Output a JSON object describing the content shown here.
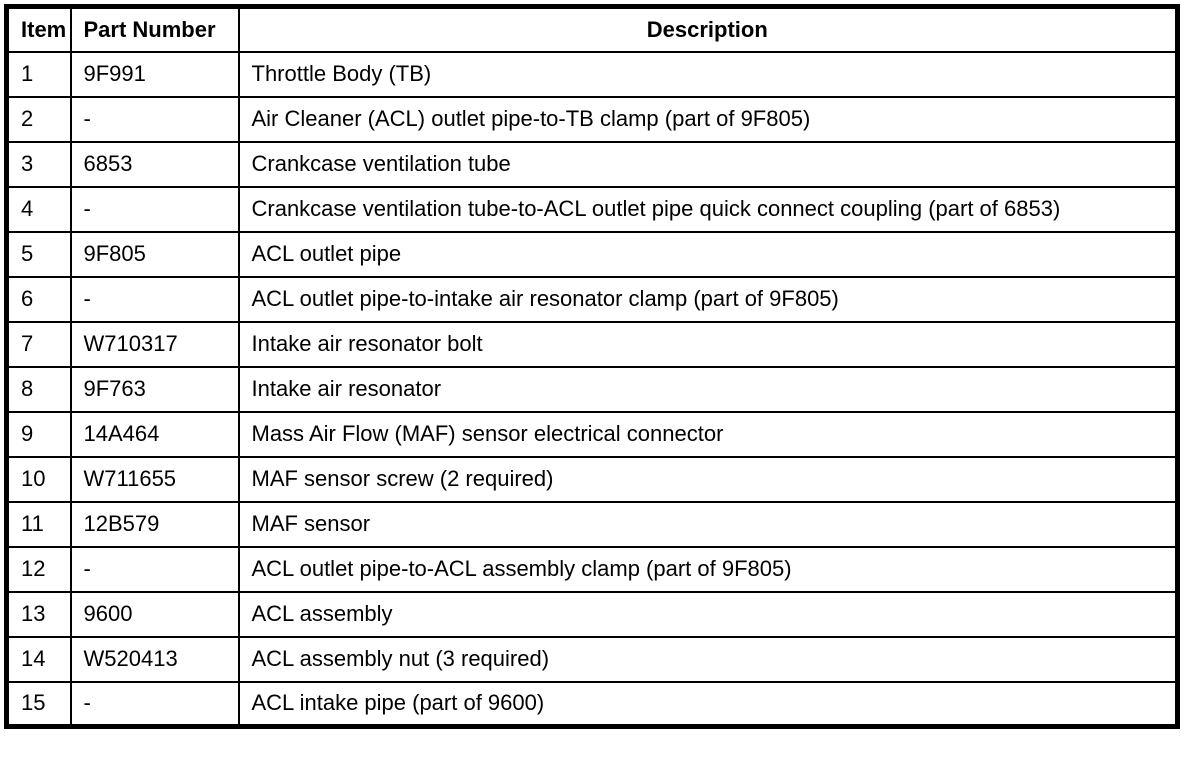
{
  "colors": {
    "background": "#ffffff",
    "border": "#000000",
    "text": "#000000"
  },
  "table": {
    "columns": [
      {
        "key": "item",
        "label": "Item"
      },
      {
        "key": "part_number",
        "label": "Part Number"
      },
      {
        "key": "description",
        "label": "Description"
      }
    ],
    "rows": [
      {
        "item": "1",
        "part_number": "9F991",
        "description": "Throttle Body (TB)"
      },
      {
        "item": "2",
        "part_number": "-",
        "description": "Air Cleaner (ACL) outlet pipe-to-TB clamp (part of 9F805)"
      },
      {
        "item": "3",
        "part_number": "6853",
        "description": "Crankcase ventilation tube"
      },
      {
        "item": "4",
        "part_number": "-",
        "description": "Crankcase ventilation tube-to-ACL outlet pipe quick connect coupling (part of 6853)"
      },
      {
        "item": "5",
        "part_number": "9F805",
        "description": "ACL outlet pipe"
      },
      {
        "item": "6",
        "part_number": "-",
        "description": "ACL outlet pipe-to-intake air resonator clamp (part of 9F805)"
      },
      {
        "item": "7",
        "part_number": "W710317",
        "description": "Intake air resonator bolt"
      },
      {
        "item": "8",
        "part_number": "9F763",
        "description": "Intake air resonator"
      },
      {
        "item": "9",
        "part_number": "14A464",
        "description": "Mass Air Flow (MAF) sensor electrical connector"
      },
      {
        "item": "10",
        "part_number": "W711655",
        "description": "MAF sensor screw (2 required)"
      },
      {
        "item": "11",
        "part_number": "12B579",
        "description": "MAF sensor"
      },
      {
        "item": "12",
        "part_number": "-",
        "description": "ACL outlet pipe-to-ACL assembly clamp (part of 9F805)"
      },
      {
        "item": "13",
        "part_number": "9600",
        "description": "ACL assembly"
      },
      {
        "item": "14",
        "part_number": "W520413",
        "description": "ACL assembly nut (3 required)"
      },
      {
        "item": "15",
        "part_number": "-",
        "description": "ACL intake pipe (part of 9600)"
      }
    ]
  }
}
